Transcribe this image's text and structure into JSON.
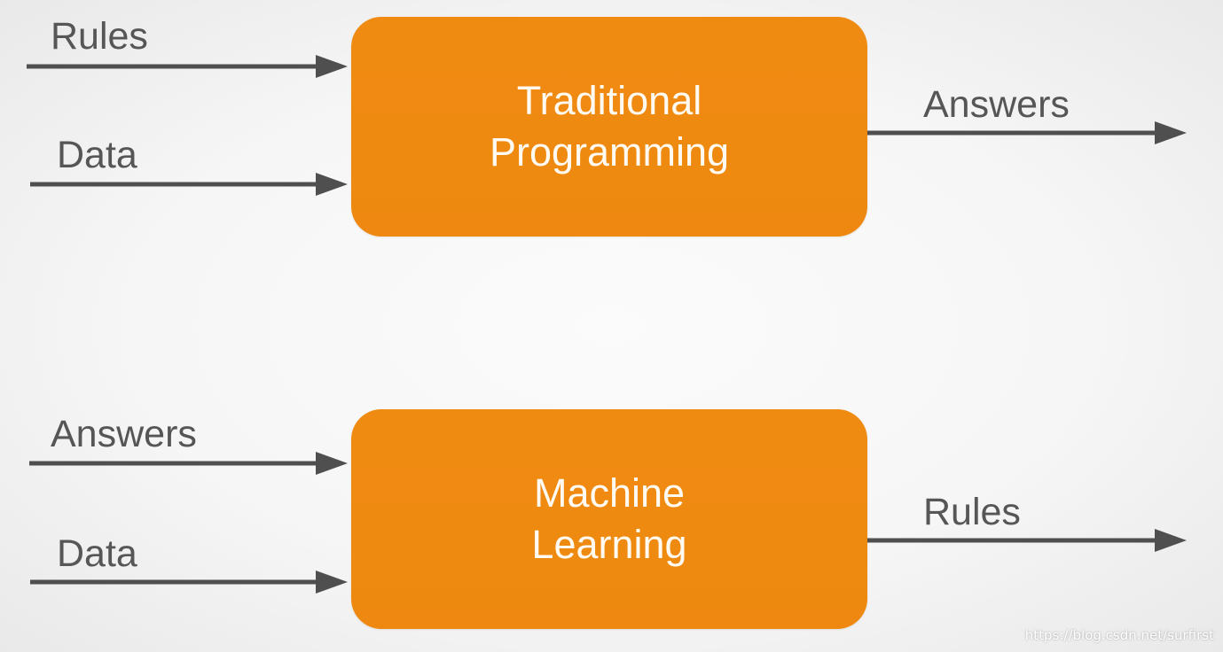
{
  "diagram": {
    "top": {
      "inputs": [
        "Rules",
        "Data"
      ],
      "box_lines": [
        "Traditional",
        "Programming"
      ],
      "output": "Answers"
    },
    "bottom": {
      "inputs": [
        "Answers",
        "Data"
      ],
      "box_lines": [
        "Machine",
        "Learning"
      ],
      "output": "Rules"
    }
  },
  "watermark": "https://blog.csdn.net/surfirst",
  "colors": {
    "box": "#ef8a11",
    "box_text": "#fffaf2",
    "label_text": "#565656",
    "arrow": "#4f4f4f",
    "background": "#f7f7f7"
  }
}
